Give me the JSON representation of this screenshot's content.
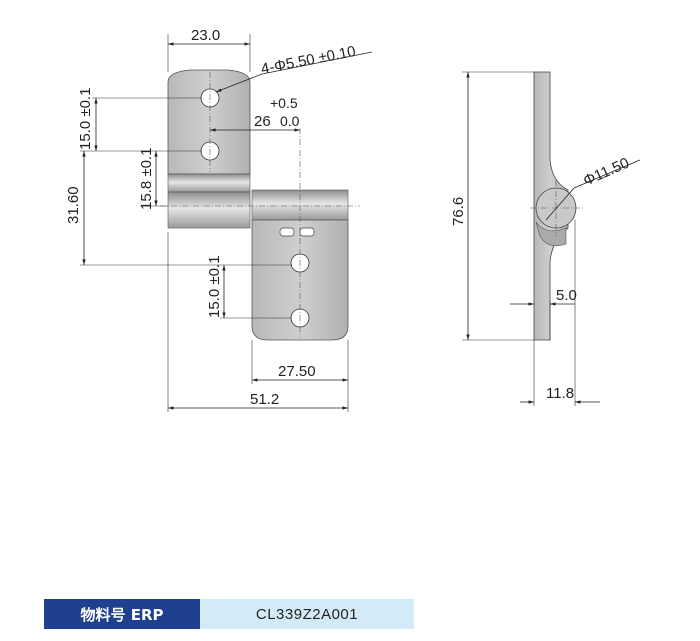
{
  "drawing": {
    "front_view": {
      "width_top": "23.0",
      "hole_callout": "4-Φ5.50 ±0.10",
      "tol_upper": "+0.5",
      "dim_26": "26",
      "tol_lower": "0.0",
      "pitch_top": "15.0 ±0.1",
      "offset": "15.8 ±0.1",
      "height_3160": "31.60",
      "pitch_bottom": "15.0 ±0.1",
      "width_2750": "27.50",
      "width_total": "51.2"
    },
    "side_view": {
      "height_total": "76.6",
      "knuckle_dia": "Φ11.50",
      "thickness": "5.0",
      "depth": "11.8"
    }
  },
  "erp": {
    "label": "物料号 ERP",
    "value": "CL339Z2A001"
  },
  "colors": {
    "label_bg": "#1f3f8f",
    "value_bg": "#d3ebf9"
  }
}
